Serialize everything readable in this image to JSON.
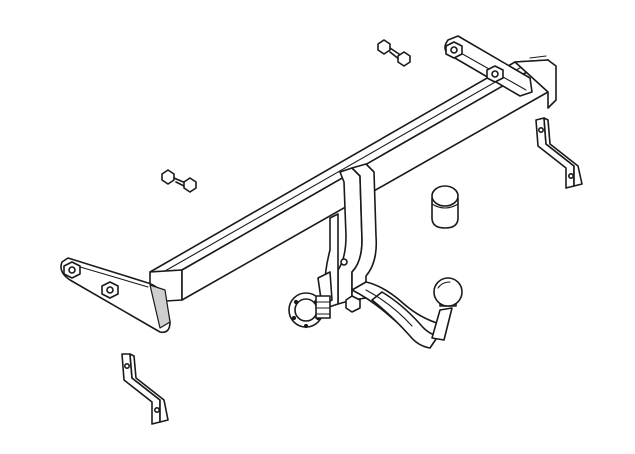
{
  "figure": {
    "background": "#ffffff",
    "line_color": "#1a1a1a",
    "shade_color": "#cfcfcf",
    "parts": [
      "crossbar",
      "left-mounting-plate",
      "right-mounting-plate",
      "center-bracket",
      "tow-neck",
      "tow-ball",
      "ball-cover-cap",
      "socket-plate",
      "left-bolt",
      "right-bolt",
      "left-support-bracket",
      "right-support-bracket"
    ]
  }
}
